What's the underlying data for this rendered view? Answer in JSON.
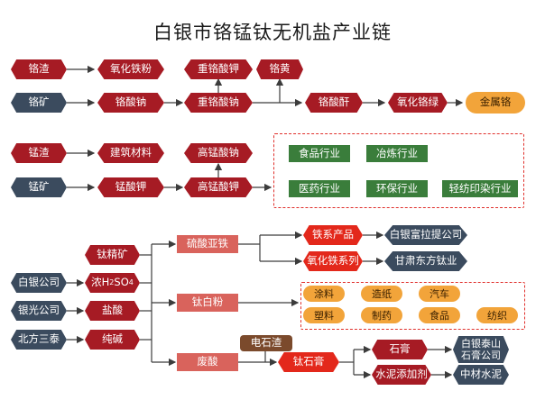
{
  "title": "白银市铬锰钛无机盐产业链",
  "chromium": {
    "gezha": "铬渣",
    "yanghuatiefen": "氧化铁粉",
    "zhonggesuanjia_top": "重铬酸钾",
    "gehuang": "铬黄",
    "gekuang": "铬矿",
    "gesuanna": "铬酸钠",
    "zhonggesuanna": "重铬酸钠",
    "gesuangan": "铬酸酐",
    "yanghuagelv": "氧化铬绿",
    "jinshuge": "金属铬"
  },
  "manganese": {
    "mengzha": "锰渣",
    "jianzhucailiao": "建筑材料",
    "gaomengsuanna": "高锰酸钠",
    "mengkuang": "锰矿",
    "mengsuanjia": "锰酸钾",
    "gaomengsuanjia": "高锰酸钾",
    "industries": [
      "食品行业",
      "冶炼行业",
      "医药行业",
      "环保行业",
      "轻纺印染行业"
    ]
  },
  "titanium": {
    "taijingkuang": "钛精矿",
    "nonghsuan": "浓H₂SO₄",
    "yansuan": "盐酸",
    "chunjian": "纯碱",
    "companies_left": [
      "白银公司",
      "银光公司",
      "北方三泰"
    ],
    "liusuanyatie": "硫酸亚铁",
    "taibaifen": "钛白粉",
    "feisuan": "废酸",
    "tiexichanpin": "铁系产品",
    "yanghuatiexilie": "氧化铁系列",
    "baiyinfulati": "白银富拉提公司",
    "gansudongfang": "甘肃东方钛业",
    "applications": [
      "涂料",
      "造纸",
      "汽车",
      "塑料",
      "制药",
      "食品",
      "纺织"
    ],
    "dianshizha": "电石渣",
    "taishigao": "钛石膏",
    "shigao": "石膏",
    "shuinitianjiaji": "水泥添加剂",
    "baiyintaishan": "白银泰山\n石膏公司",
    "zhongcaishuini": "中材水泥"
  }
}
